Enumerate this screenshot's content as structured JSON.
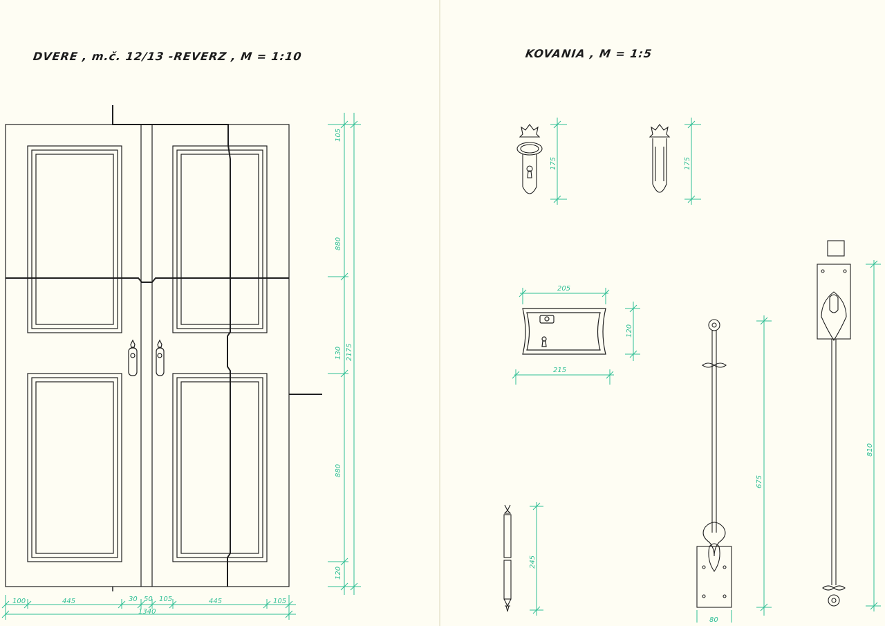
{
  "left_sheet": {
    "title": "DVERE , m.č. 12/13 -REVERZ , M = 1:10",
    "width_dims": [
      "100",
      "445",
      "30",
      "50",
      "105",
      "445",
      "105"
    ],
    "total_width": "1340",
    "height_dims": [
      "105",
      "880",
      "130",
      "880",
      "120"
    ],
    "total_height": "2175"
  },
  "right_sheet": {
    "title": "KOVANIA , M = 1:5",
    "escutcheon_a_dim": "175",
    "escutcheon_b_dim": "175",
    "lockplate_top_dim": "205",
    "lockplate_bottom_dim": "215",
    "lockplate_height_dim": "120",
    "pin_dim": "245",
    "bolt_short_height": "675",
    "bolt_short_width": "80",
    "bolt_long_height": "810"
  },
  "colors": {
    "ink": "#1f1f1f",
    "dimension": "#2fbf95",
    "paper": "#fefdf3"
  }
}
